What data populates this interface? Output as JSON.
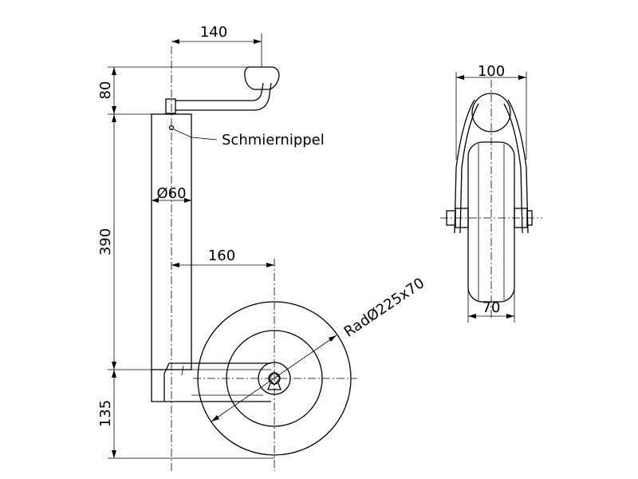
{
  "dimensions": {
    "top_width": "140",
    "crank_height": "80",
    "tube_diameter": "Ø60",
    "tube_length": "390",
    "wheel_offset": "160",
    "wheel_size": "RadØ225x70",
    "bottom_height": "135",
    "side_width": "100",
    "tire_width": "70"
  },
  "labels": {
    "grease_nipple": "Schmiernippel"
  }
}
